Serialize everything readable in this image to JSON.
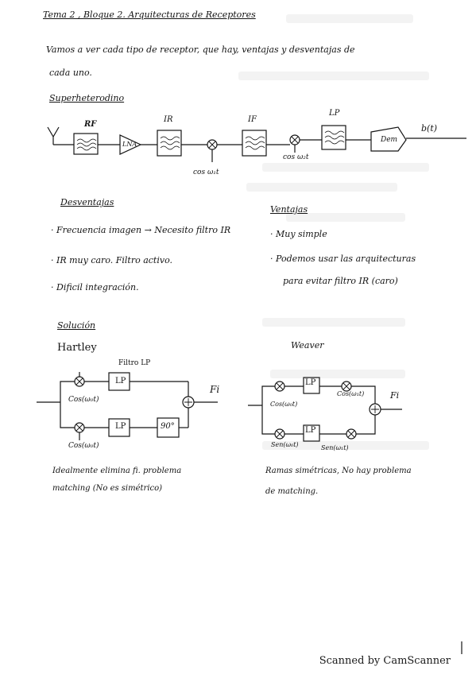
{
  "header": {
    "title": "Tema 2 , Bloque 2.  Arquitecturas de Receptores"
  },
  "intro": {
    "line1": "Vamos a ver cada tipo de receptor, que hay, ventajas y desventajas de",
    "line2": "cada uno."
  },
  "superheterodyne": {
    "heading": "Superheterodino",
    "diagram_labels": {
      "antenna": "Y",
      "rf": "RF",
      "lna": "LNA",
      "ir": "IR",
      "if": "IF",
      "lp": "LP",
      "demod": "Dem",
      "output": "b(t)",
      "lo1": "cos ω₁t",
      "lo2": "cos ω₂t"
    }
  },
  "disadvantages": {
    "heading": "Desventajas",
    "items": [
      "· Frecuencia imagen → Necesito filtro IR",
      "· IR muy caro. Filtro activo.",
      "· Dificil integración."
    ]
  },
  "advantages": {
    "heading": "Ventajas",
    "items": [
      "· Muy simple",
      "· Podemos usar las arquitecturas",
      "para evitar filtro IR (caro)"
    ]
  },
  "solution": {
    "heading": "Solución",
    "hartley": {
      "title": "Hartley",
      "filter_label": "Filtro LP",
      "lp_top": "LP",
      "lp_bottom": "LP",
      "shift": "90°",
      "lo_top": "Cos(ω₀t)",
      "lo_bottom": "Cos(ω₀t)",
      "output": "Fi",
      "note_line1": "Idealmente elimina fi. problema",
      "note_line2": "matching (No es simétrico)"
    },
    "weaver": {
      "title": "Weaver",
      "lp_top": "LP",
      "lp_bottom": "LP",
      "lo1_top": "Cos(ω₀t)",
      "lo2_top": "Cos(ω₁t)",
      "lo1_bottom": "Sen(ω₀t)",
      "lo2_bottom": "Sen(ω₁t)",
      "output": "Fi",
      "note_line1": "Ramas simétricas, No hay problema",
      "note_line2": "de matching."
    }
  },
  "footer": {
    "scanner": "Scanned by CamScanner"
  }
}
